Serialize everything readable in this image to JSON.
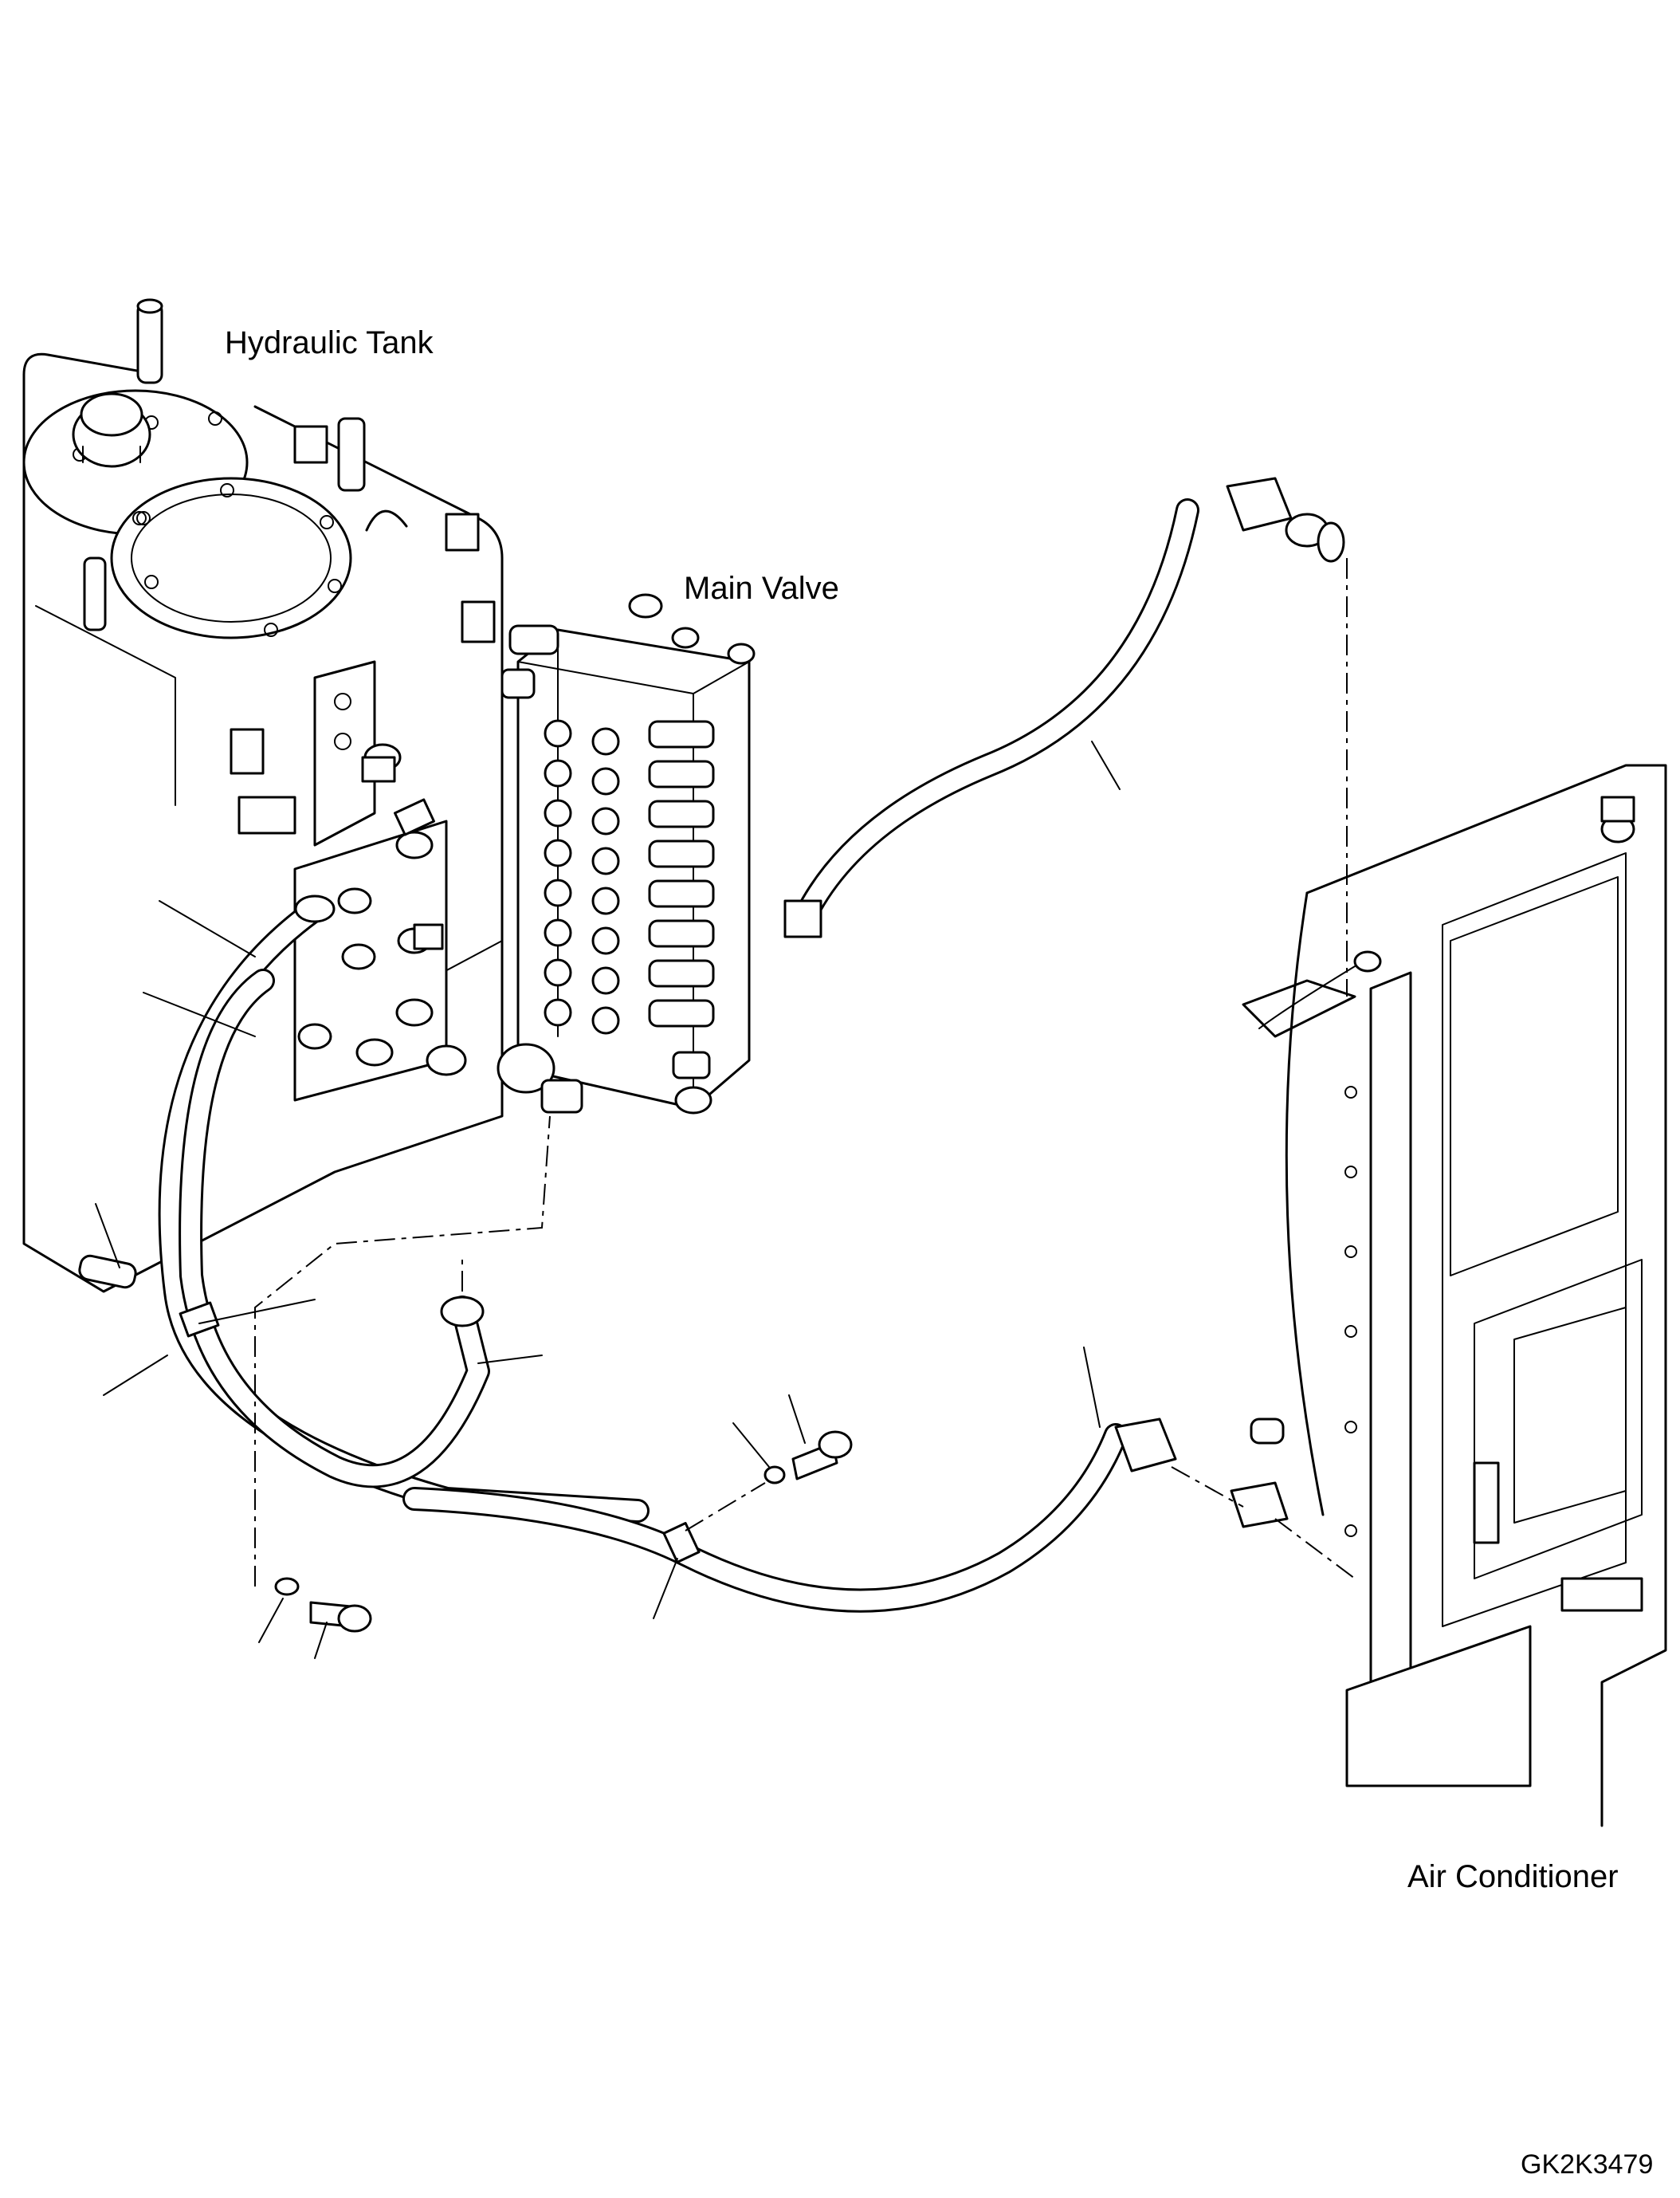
{
  "labels": {
    "hydraulic_tank": "Hydraulic Tank",
    "main_valve": "Main Valve",
    "air_conditioner": "Air Conditioner",
    "drawing_code": "GK2K3479"
  },
  "colors": {
    "line": "#000000",
    "background": "#ffffff"
  }
}
